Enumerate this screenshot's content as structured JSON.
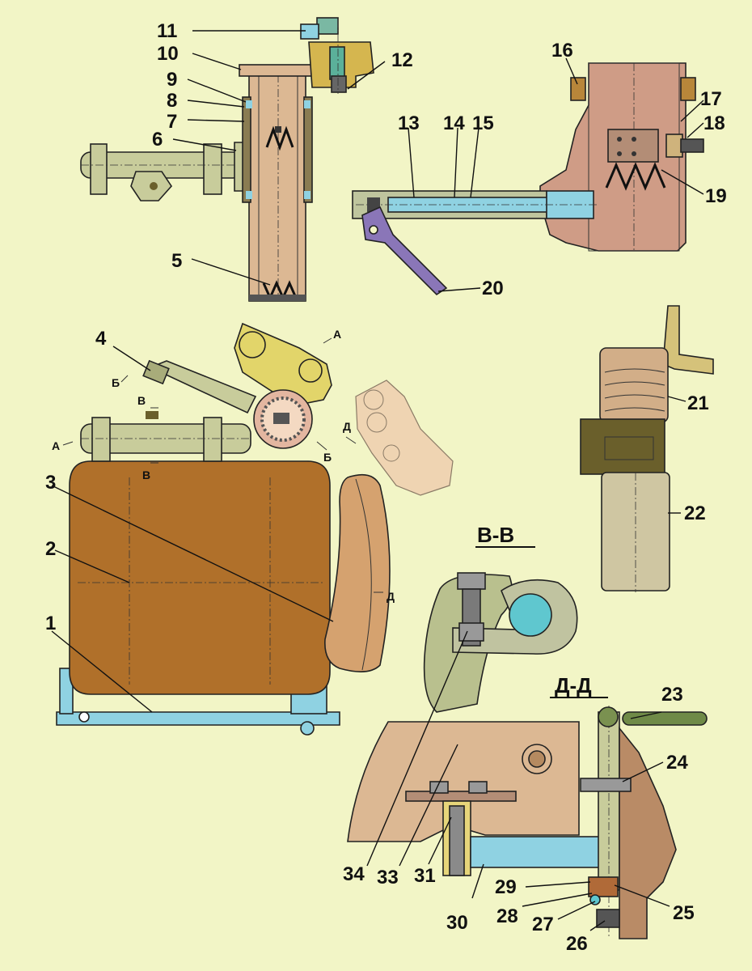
{
  "colors": {
    "background": "#f2f5c6",
    "brown_housing": "#b0702a",
    "tan_part": "#dcb893",
    "olive_part": "#c8cc9b",
    "yellow_bracket": "#e2d56a",
    "blue_part": "#8fd2e2",
    "purple_lever": "#8a76b8",
    "green_handle": "#6f8a47",
    "dark_olive": "#6a5f2b",
    "beige_part": "#cfc6a2"
  },
  "labels": {
    "n1": "1",
    "n2": "2",
    "n3": "3",
    "n4": "4",
    "n5": "5",
    "n6": "6",
    "n7": "7",
    "n8": "8",
    "n9": "9",
    "n10": "10",
    "n11": "11",
    "n12": "12",
    "n13": "13",
    "n14": "14",
    "n15": "15",
    "n16": "16",
    "n17": "17",
    "n18": "18",
    "n19": "19",
    "n20": "20",
    "n21": "21",
    "n22": "22",
    "n23": "23",
    "n24": "24",
    "n25": "25",
    "n26": "26",
    "n27": "27",
    "n28": "28",
    "n29": "29",
    "n30": "30",
    "n31": "31",
    "n33": "33",
    "n34": "34"
  },
  "section_titles": {
    "vv": "В-В",
    "dd": "Д-Д"
  },
  "section_marks": {
    "a": "А",
    "b": "Б",
    "v": "В",
    "d": "Д"
  }
}
